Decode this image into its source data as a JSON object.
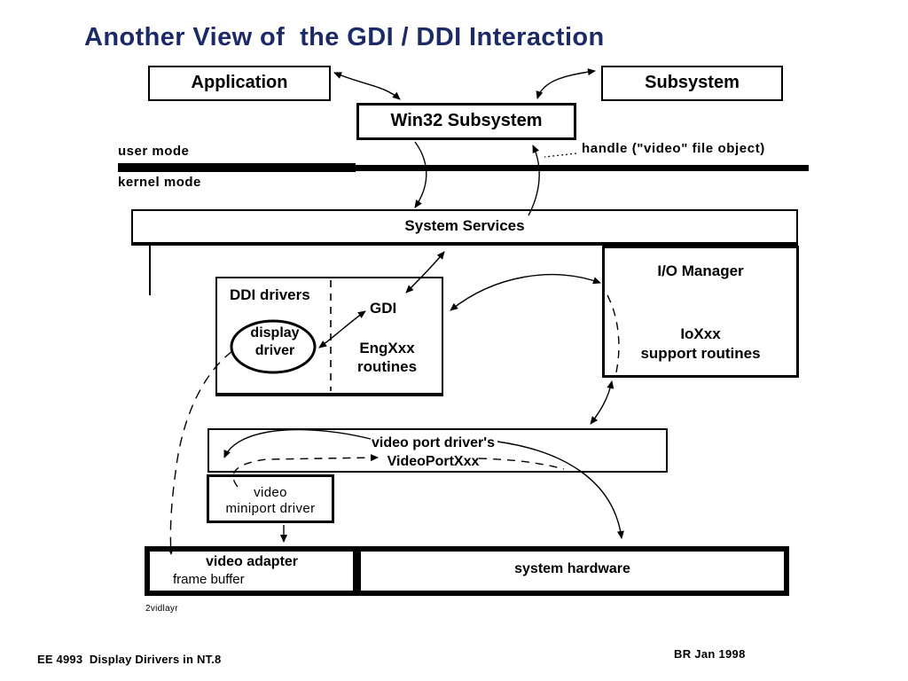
{
  "title": "Another View of  the GDI / DDI Interaction",
  "colors": {
    "title": "#1c2a66",
    "ink": "#000000",
    "background": "#ffffff"
  },
  "boxes": {
    "application": "Application",
    "subsystem": "Subsystem",
    "win32": "Win32 Subsystem",
    "system_services": "System Services",
    "io_manager": {
      "title": "I/O Manager",
      "line1": "IoXxx",
      "line2": "support routines"
    },
    "ddi": {
      "label": "DDI drivers",
      "gdi": "GDI",
      "eng_line1": "EngXxx",
      "eng_line2": "routines",
      "ellipse_line1": "display",
      "ellipse_line2": "driver"
    },
    "video_port": {
      "line1": "video port driver's",
      "line2": "VideoPortXxx"
    },
    "miniport": {
      "line1": "video",
      "line2": "miniport driver"
    },
    "video_adapter": {
      "title": "video adapter",
      "sub": "frame buffer"
    },
    "system_hardware": "system hardware"
  },
  "labels": {
    "user_mode": "user mode",
    "kernel_mode": "kernel mode",
    "handle": "handle (\"video\" file object)",
    "slide_tag": "2vidlayr"
  },
  "footer": {
    "left": "EE 4993  Display Dirivers in NT.8",
    "right": "BR Jan 1998"
  }
}
